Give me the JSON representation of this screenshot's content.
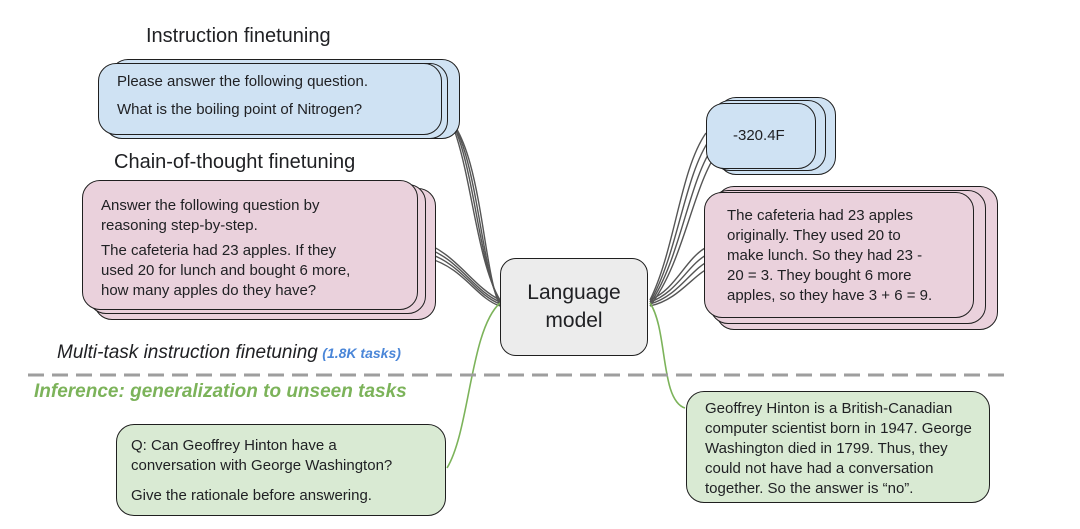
{
  "labels": {
    "instruction_title": "Instruction finetuning",
    "cot_title": "Chain-of-thought finetuning",
    "multitask_title": "Multi-task instruction finetuning",
    "tasks_count": "(1.8K tasks)",
    "inference_title": "Inference: generalization to unseen tasks"
  },
  "boxes": {
    "instruction_line1": "Please answer the following question.",
    "instruction_line2": "What is the boiling point of Nitrogen?",
    "cot_line1": "Answer the following question by\nreasoning step-by-step.",
    "cot_line2": "The cafeteria had 23 apples. If they\nused 20 for lunch and bought 6 more,\nhow many apples do they have?",
    "model": "Language\nmodel",
    "answer_short": "-320.4F",
    "answer_cot": "The cafeteria had 23 apples\noriginally. They used 20 to\nmake lunch. So they had 23 -\n20 = 3. They bought 6 more\napples, so they have 3 + 6 = 9.",
    "inference_q_line1": "Q: Can Geoffrey Hinton have a\nconversation with George Washington?",
    "inference_q_line2": "Give the rationale before answering.",
    "inference_answer": "Geoffrey Hinton is a British-Canadian\ncomputer scientist born in 1947. George\nWashington died in 1799. Thus, they\ncould not have had a conversation\ntogether. So the answer is “no”."
  },
  "colors": {
    "instruction_fill": "#cfe2f3",
    "cot_fill": "#ead1dc",
    "inference_fill": "#d9ead3",
    "model_fill": "#ececec",
    "inference_accent": "#7cb35a",
    "tasks_accent": "#4a86d8",
    "divider": "#9e9e9e"
  }
}
